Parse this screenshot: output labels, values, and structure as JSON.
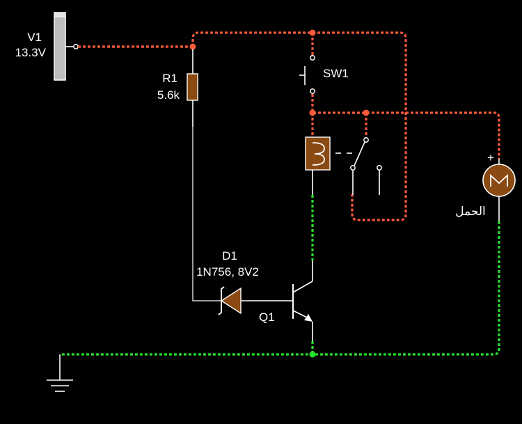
{
  "source": {
    "name_label": "V1",
    "value_label": "13.3V"
  },
  "resistor": {
    "name_label": "R1",
    "value_label": "5.6k"
  },
  "switch": {
    "name_label": "SW1"
  },
  "zener": {
    "name_label": "D1",
    "value_label": "1N756, 8V2"
  },
  "transistor": {
    "name_label": "Q1"
  },
  "load": {
    "name_label": "الحمل",
    "polarity_label": "+"
  },
  "colors": {
    "hot_wire": "#ff5a3c",
    "ground_wire": "#25e02a",
    "component": "#8b4a12",
    "background": "#000000"
  }
}
